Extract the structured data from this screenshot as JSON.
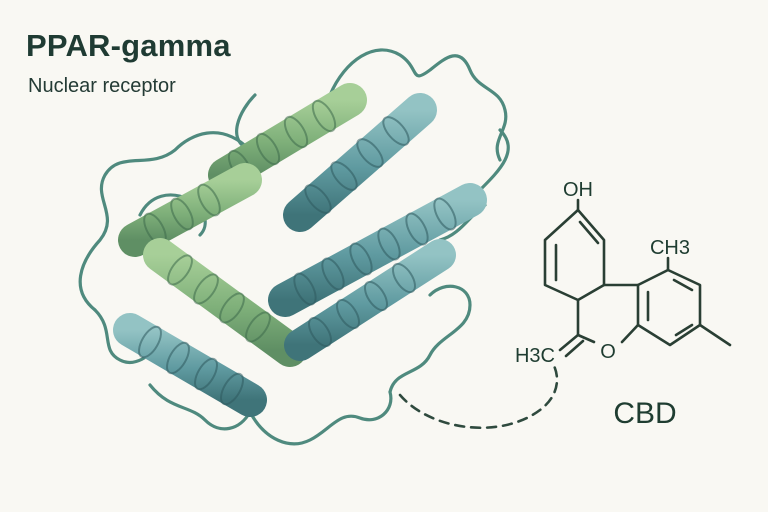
{
  "protein": {
    "name": "PPAR-gamma",
    "subtitle": "Nuclear receptor"
  },
  "molecule": {
    "name": "CBD",
    "labels": {
      "hydroxyl": "OH",
      "methyl_top": "CH3",
      "methyl_left": "H3C",
      "oxygen": "O"
    }
  },
  "colors": {
    "background": "#f9f8f3",
    "helix_green": "#7fb07a",
    "helix_teal": "#5f9aa0",
    "loop": "#4f8a7e",
    "bond": "#2a3f34",
    "text": "#1f3b33"
  }
}
